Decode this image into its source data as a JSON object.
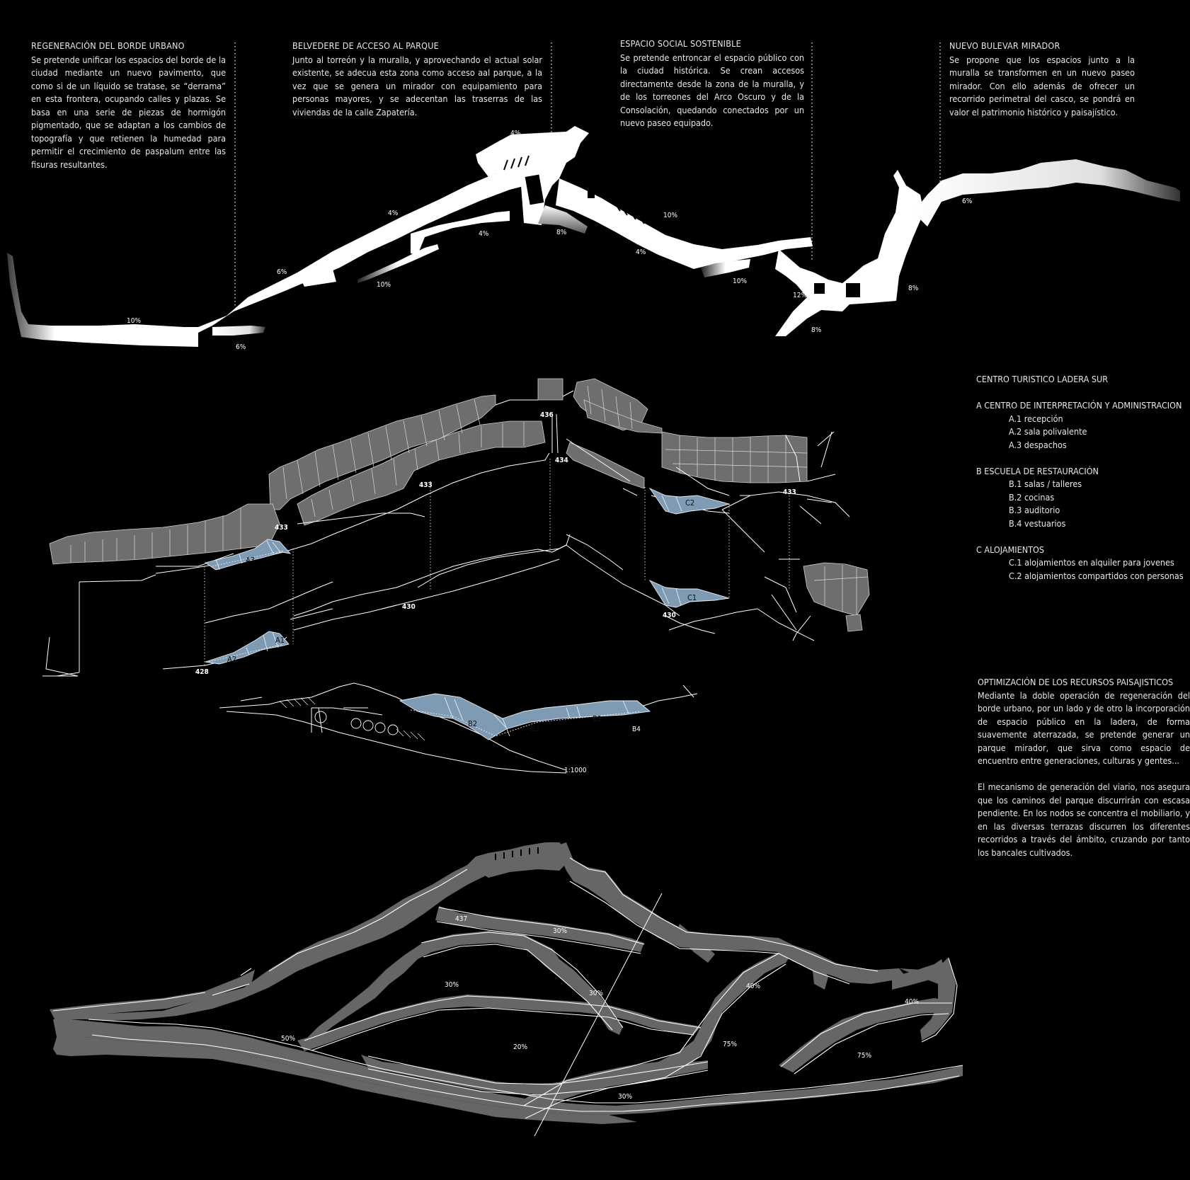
{
  "blocks": [
    {
      "title": "REGENERACIÓN DEL BORDE URBANO",
      "body": "Se pretende unificar los espacios del borde de la ciudad mediante un nuevo pavimento, que como si de un líquido se tratase, se “derrama” en esta frontera, ocupando calles y plazas. Se basa en una serie de piezas de hormigón pigmentado, que se adaptan a los cambios de topografía y que retienen la humedad para permitir el crecimiento de paspalum entre las fisuras resultantes."
    },
    {
      "title": "BELVEDERE DE ACCESO AL PARQUE",
      "body": "Junto al torreón y la muralla, y aprovechando el actual solar existente, se adecua esta zona como acceso aal parque, a la vez que se genera un mirador con equipamiento para personas mayores, y se adecentan las traserras de las viviendas de la calle Zapatería."
    },
    {
      "title": "ESPACIO SOCIAL SOSTENIBLE",
      "body": "Se pretende entroncar el espacio público con la ciudad histórica. Se crean accesos directamente desde la zona de la muralla, y de los torreones del Arco Oscuro y de la Consolación, quedando conectados por un nuevo paseo equipado."
    },
    {
      "title": "NUEVO BULEVAR MIRADOR",
      "body": "Se propone que los espacios junto a la muralla se transformen en un nuevo paseo mirador. Con ello además de ofrecer un recorrido perimetral del casco, se pondrá en valor el patrimonio histórico y paisajístico."
    }
  ],
  "centro": {
    "title": "CENTRO TURISTICO LADERA SUR",
    "groups": [
      {
        "head": "A CENTRO DE INTERPRETACIÓN Y ADMINISTRACION",
        "items": [
          "A.1 recepción",
          "A.2 sala polivalente",
          "A.3 despachos"
        ]
      },
      {
        "head": "B ESCUELA DE RESTAURACIÓN",
        "items": [
          "B.1 salas / talleres",
          "B.2 cocinas",
          "B.3 auditorio",
          "B.4 vestuarios"
        ]
      },
      {
        "head": "C ALOJAMIENTOS",
        "items": [
          "C.1 alojamientos en alquiler para jovenes",
          "C.2 alojamientos compartidos con personas"
        ]
      }
    ]
  },
  "optimizacion": {
    "title": "OPTIMIZACIÓN DE LOS RECURSOS PAISAJISTICOS",
    "para1": "Mediante la doble operación de regeneración del borde urbano, por un lado y de otro la incorporación de espacio público en la ladera, de forma suavemente aterrazada, se pretende generar un parque mirador, que sirva como espacio de encuentro entre generaciones, culturas y gentes...",
    "para2": "El mecanismo de generación del viario, nos asegura que los caminos del parque discurrirán con escasa pendiente. En los nodos se concentra el mobiliario, y en las diversas terrazas discurren los diferentes recorridos a través del ámbito, cruzando por tanto los bancales cultivados."
  },
  "top_slopes": [
    "4%",
    "4%",
    "4%",
    "8%",
    "10%",
    "4%",
    "6%",
    "10%",
    "10%",
    "12%",
    "8%",
    "10%",
    "6%",
    "6%",
    "8%"
  ],
  "plan_levels": [
    "436",
    "434",
    "433",
    "433",
    "433",
    "430",
    "430",
    "428"
  ],
  "plan_rooms": [
    "A3",
    "A1",
    "A2",
    "C2",
    "C1",
    "B2",
    "B3",
    "B1",
    "B4"
  ],
  "scale": "1:1000",
  "bottom_slopes": [
    "437",
    "30%",
    "30%",
    "30%",
    "40%",
    "40%",
    "50%",
    "20%",
    "75%",
    "75%",
    "30%"
  ],
  "colors": {
    "background": "#000000",
    "building": "#6e6e6e",
    "program": "#7f9bb3",
    "park": "#666666"
  }
}
